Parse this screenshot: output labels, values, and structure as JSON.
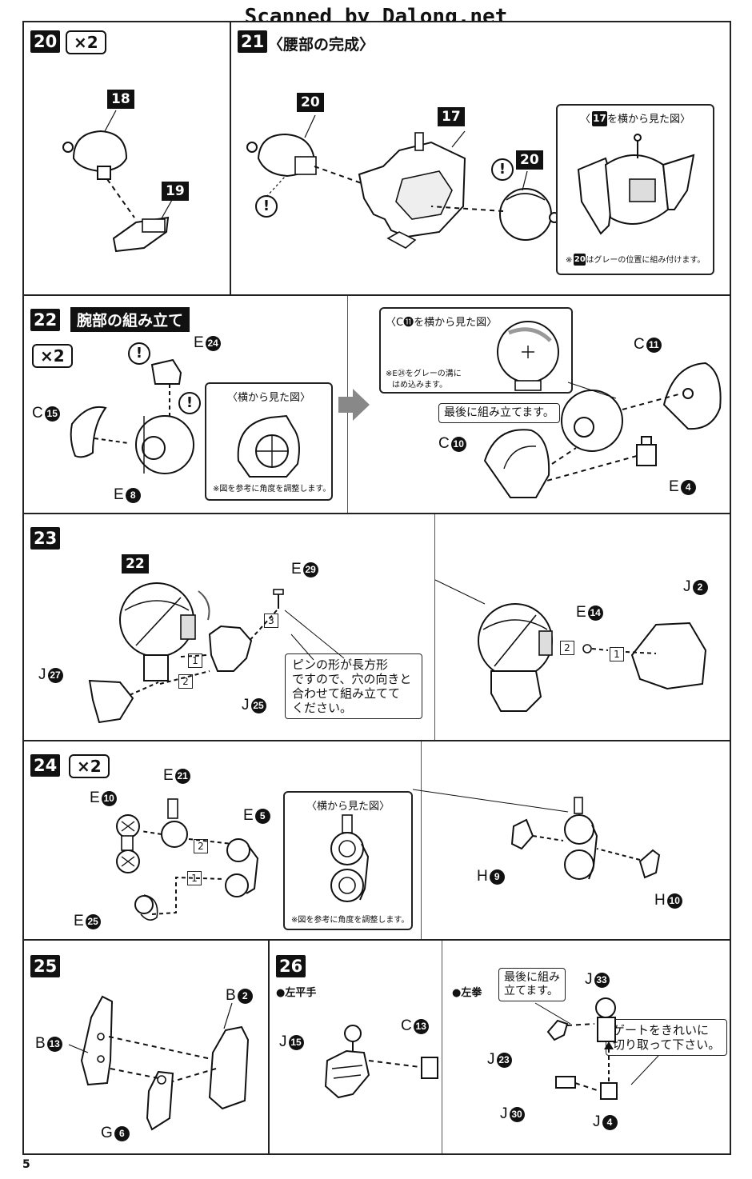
{
  "header": {
    "scan_credit": "Scanned by Dalong.net"
  },
  "page_number": "5",
  "step20": {
    "number": "20",
    "multiplier": "×2",
    "parts": [
      "18",
      "19"
    ]
  },
  "step21": {
    "number": "21",
    "title": "〈腰部の完成〉",
    "parts": [
      "20",
      "17",
      "20"
    ],
    "side_view": {
      "title_prefix": "〈",
      "title_part": "17",
      "title_suffix": "を横から見た図〉",
      "note_prefix": "※",
      "note_part": "20",
      "note_suffix": "はグレーの位置に組み付けます。"
    }
  },
  "step22": {
    "number": "22",
    "title": "腕部の組み立て",
    "multiplier": "×2",
    "labels": {
      "e24": "E",
      "e24n": "24",
      "c15": "C",
      "c15n": "15",
      "e8": "E",
      "e8n": "8"
    },
    "side_view": {
      "title": "〈横から見た図〉",
      "note": "※図を参考に角度を調整します。"
    },
    "c11_view": {
      "title": "〈C⓫を横から見た図〉",
      "note_line1": "※E㉔をグレーの溝に",
      "note_line2": "はめ込みます。"
    },
    "callout": "最後に組み立てます。",
    "labels2": {
      "c11": "C",
      "c11n": "11",
      "c10": "C",
      "c10n": "10",
      "e4": "E",
      "e4n": "4"
    }
  },
  "step23": {
    "number": "23",
    "labels": {
      "p22": "22",
      "e29": "E",
      "e29n": "29",
      "j27": "J",
      "j27n": "27",
      "j25": "J",
      "j25n": "25",
      "e14": "E",
      "e14n": "14",
      "j2": "J",
      "j2n": "2"
    },
    "order": [
      "1",
      "2",
      "3"
    ],
    "note_lines": [
      "ピンの形が長方形",
      "ですので、穴の向きと",
      "合わせて組み立てて",
      "ください。"
    ]
  },
  "step24": {
    "number": "24",
    "multiplier": "×2",
    "labels": {
      "e10": "E",
      "e10n": "10",
      "e21": "E",
      "e21n": "21",
      "e5": "E",
      "e5n": "5",
      "e25": "E",
      "e25n": "25",
      "h9": "H",
      "h9n": "9",
      "h10": "H",
      "h10n": "10"
    },
    "order": [
      "1",
      "2"
    ],
    "side_view": {
      "title": "〈横から見た図〉",
      "note": "※図を参考に角度を調整します。"
    }
  },
  "step25": {
    "number": "25",
    "labels": {
      "b2": "B",
      "b2n": "2",
      "b13": "B",
      "b13n": "13",
      "g6": "G",
      "g6n": "6"
    }
  },
  "step26": {
    "number": "26",
    "left_hand": "●左平手",
    "left_fist": "●左拳",
    "labels": {
      "j15": "J",
      "j15n": "15",
      "c13": "C",
      "c13n": "13",
      "j33": "J",
      "j33n": "33",
      "j23": "J",
      "j23n": "23",
      "j30": "J",
      "j30n": "30",
      "j4": "J",
      "j4n": "4"
    },
    "callout_lines": [
      "最後に組み",
      "立てます。"
    ],
    "gate_note_lines": [
      "ゲートをきれいに",
      "切り取って下さい。"
    ]
  }
}
